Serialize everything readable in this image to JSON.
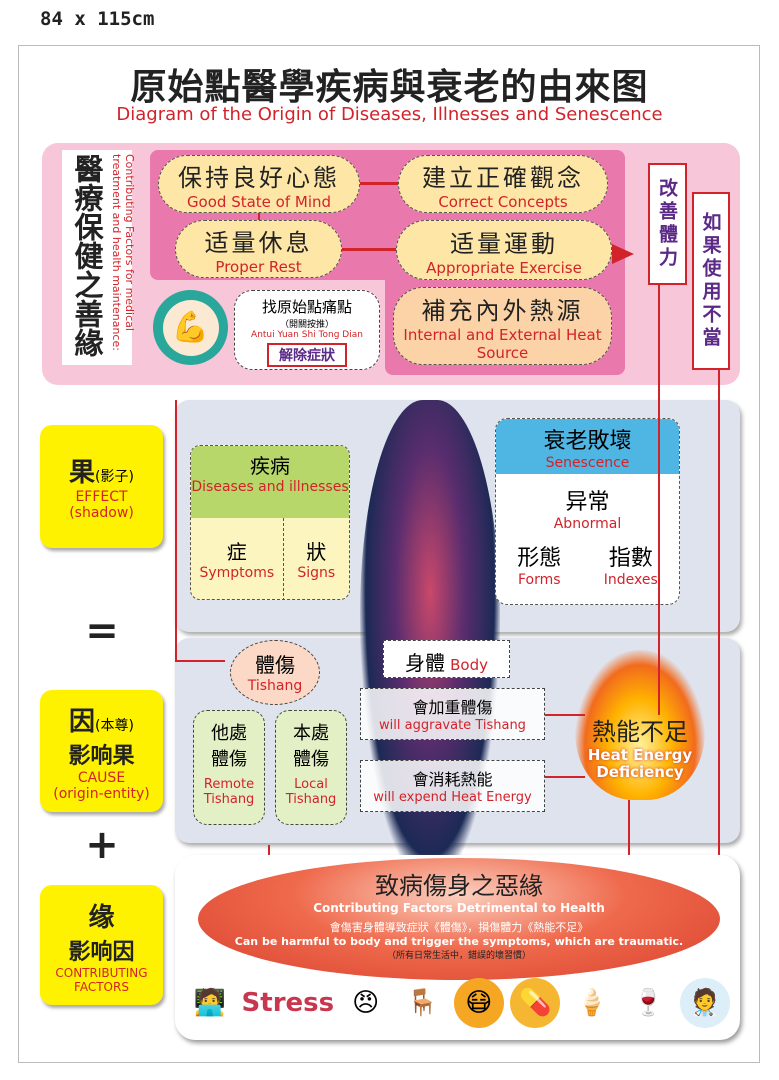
{
  "size_label": "84 x 115cm",
  "title": "原始點醫學疾病與衰老的由來图",
  "subtitle": "Diagram of the Origin of Diseases, Illnesses and Senescence",
  "good_factors": {
    "label_cn": "醫療保健之善緣",
    "label_en": "Contributing Factors for medical treatment and health maintenance:",
    "items": [
      {
        "cn": "保持良好心態",
        "en": "Good State of Mind"
      },
      {
        "cn": "建立正確觀念",
        "en": "Correct Concepts"
      },
      {
        "cn": "适量休息",
        "en": "Proper Rest"
      },
      {
        "cn": "适量運動",
        "en": "Appropriate Exercise"
      },
      {
        "cn": "補充內外熱源",
        "en": "Internal and External Heat Source"
      }
    ],
    "antui": {
      "cn": "找原始點痛點",
      "sub": "（開關按推）",
      "en": "Antui Yuan Shi Tong Dian",
      "action": "解除症狀"
    },
    "improve": "改善體力",
    "misuse": "如果使用不當"
  },
  "left": {
    "effect": {
      "big": "果",
      "small": "(影子)",
      "en": "EFFECT",
      "en2": "(shadow)"
    },
    "equals": "=",
    "cause": {
      "big": "因",
      "small": "(本尊)",
      "line2": "影响果",
      "en": "CAUSE",
      "en2": "(origin-entity)"
    },
    "plus": "+",
    "factors": {
      "big": "缘",
      "line2": "影响因",
      "en": "CONTRIBUTING FACTORS"
    }
  },
  "diseases": {
    "cn": "疾病",
    "en": "Diseases and illnesses",
    "symptoms_cn": "症",
    "symptoms_en": "Symptoms",
    "signs_cn": "狀",
    "signs_en": "Signs"
  },
  "senescence": {
    "cn": "衰老敗壞",
    "en": "Senescence",
    "abn_cn": "异常",
    "abn_en": "Abnormal",
    "forms_cn": "形態",
    "forms_en": "Forms",
    "index_cn": "指數",
    "index_en": "Indexes"
  },
  "tishang": {
    "cn": "體傷",
    "en": "Tishang",
    "remote_cn": "他處體傷",
    "remote_en": "Remote Tishang",
    "local_cn": "本處體傷",
    "local_en": "Local Tishang"
  },
  "body": {
    "cn": "身體",
    "en": "Body"
  },
  "aggravate": {
    "cn": "會加重體傷",
    "en": "will aggravate Tishang"
  },
  "expend": {
    "cn": "會消耗熱能",
    "en": "will expend Heat Energy"
  },
  "heat": {
    "cn": "熱能不足",
    "en": "Heat Energy Deficiency"
  },
  "bad": {
    "cn": "致病傷身之惡緣",
    "en": "Contributing Factors Detrimental to Health",
    "desc_cn": "會傷害身體導致症狀《體傷》，損傷體力《熱能不足》",
    "desc_en": "Can be harmful to body and trigger the symptoms, which are traumatic.",
    "note": "（所有日常生活中，錯誤的壞習慣）",
    "stress": "Stress"
  }
}
